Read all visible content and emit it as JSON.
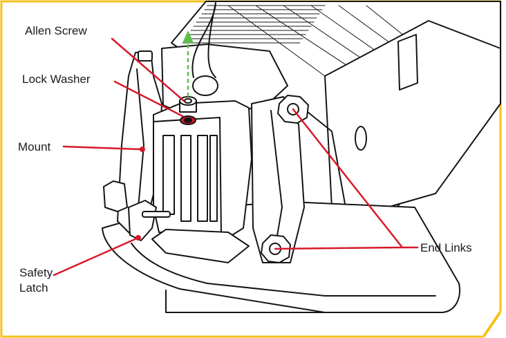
{
  "frame": {
    "border_color": "#f6c219",
    "leader_color": "#d7182a"
  },
  "labels": {
    "allen_screw": "Allen Screw",
    "lock_washer": "Lock Washer",
    "mount": "Mount",
    "safety_latch_line1": "Safety",
    "safety_latch_line2": "Latch",
    "end_links": "End Links"
  },
  "icons": {
    "direction_arrow": "dashed-green-up-arrow"
  }
}
